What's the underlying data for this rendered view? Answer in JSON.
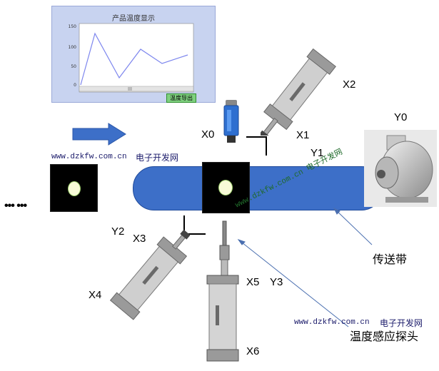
{
  "chart_panel": {
    "title": "产品温度显示",
    "export_label": "温度导出",
    "y_ticks": [
      "150",
      "100",
      "50",
      "0"
    ]
  },
  "labels": {
    "x0": "X0",
    "x1": "X1",
    "x2": "X2",
    "x3": "X3",
    "x4": "X4",
    "x5": "X5",
    "x6": "X6",
    "y0": "Y0",
    "y1": "Y1",
    "y2": "Y2",
    "y3": "Y3",
    "belt": "传送带",
    "probe": "温度感应探头",
    "dots": "••• •••"
  },
  "watermarks": {
    "top_url": "www.dzkfw.com.cn",
    "top_cn": "电子开发网",
    "diag": "www.dzkfw.com.cn 电子开发网",
    "bottom_url": "www.dzkfw.com.cn",
    "bottom_cn": "电子开发网"
  },
  "colors": {
    "belt": "#3d6fc8",
    "arrow": "#3d6fc8",
    "panel_bg": "#c8d3f0",
    "line": "#7d86ee"
  }
}
